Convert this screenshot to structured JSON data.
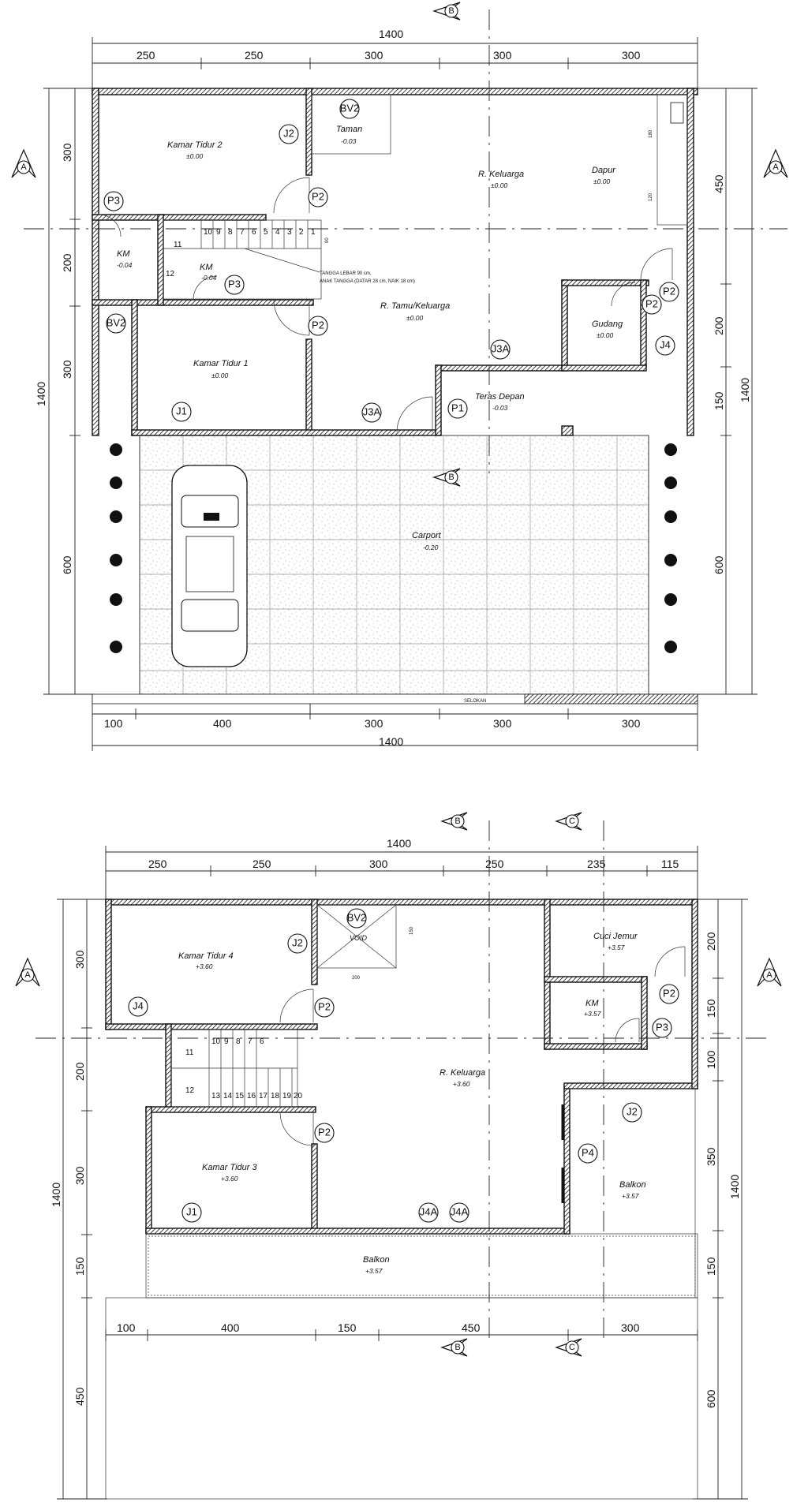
{
  "plan1": {
    "rooms": [
      {
        "name": "Kamar Tidur 2",
        "elev": "±0.00"
      },
      {
        "name": "Taman",
        "elev": "-0.03"
      },
      {
        "name": "R. Keluarga",
        "elev": "±0.00"
      },
      {
        "name": "Dapur",
        "elev": "±0.00"
      },
      {
        "name": "KM",
        "elev": "-0.04"
      },
      {
        "name": "KM",
        "elev": "-0.04"
      },
      {
        "name": "R. Tamu/Keluarga",
        "elev": "±0.00"
      },
      {
        "name": "Gudang",
        "elev": "±0.00"
      },
      {
        "name": "Kamar Tidur 1",
        "elev": "±0.00"
      },
      {
        "name": "Teras Depan",
        "elev": "-0.03"
      },
      {
        "name": "Carport",
        "elev": "-0.20"
      }
    ],
    "stair_note_1": "TANGGA LEBAR 90 cm,",
    "stair_note_2": "ANAK TANGGA (DATAR 28 cm, NAIK 18 cm)",
    "stair_steps": [
      "10",
      "9",
      "8",
      "7",
      "6",
      "5",
      "4",
      "3",
      "2",
      "1"
    ],
    "stair_landing": [
      "11",
      "12"
    ],
    "stair_width": "90",
    "kitchen_dims": [
      "180",
      "120"
    ],
    "selokan": "SELOKAN",
    "dims_top_total": "1400",
    "dims_top": [
      "250",
      "250",
      "300",
      "300",
      "300"
    ],
    "dims_bottom": [
      "100",
      "400",
      "300",
      "300",
      "300"
    ],
    "dims_bottom_total": "1400",
    "dims_left": [
      "300",
      "200",
      "300",
      "600"
    ],
    "dims_left_total": "1400",
    "dims_right": [
      "450",
      "200",
      "150",
      "600"
    ],
    "dims_right_total": "1400",
    "tags": [
      "BV2",
      "J2",
      "P2",
      "P3",
      "P3",
      "BV2",
      "P2",
      "J1",
      "J3A",
      "P1",
      "J3A",
      "P2",
      "P2",
      "J4"
    ],
    "sections": [
      "A",
      "A",
      "B",
      "B"
    ]
  },
  "plan2": {
    "rooms": [
      {
        "name": "Kamar Tidur 4",
        "elev": "+3.60"
      },
      {
        "name": "VOID",
        "elev": ""
      },
      {
        "name": "Cuci Jemur",
        "elev": "+3.57"
      },
      {
        "name": "KM",
        "elev": "+3.57"
      },
      {
        "name": "R. Keluarga",
        "elev": "+3.60"
      },
      {
        "name": "Kamar Tidur 3",
        "elev": "+3.60"
      },
      {
        "name": "Balkon",
        "elev": "+3.57"
      },
      {
        "name": "Balkon",
        "elev": "+3.57"
      }
    ],
    "stair_top": [
      "10",
      "9",
      "8",
      "7",
      "6"
    ],
    "stair_bottom": [
      "13",
      "14",
      "15",
      "16",
      "17",
      "18",
      "19",
      "20"
    ],
    "stair_landing": [
      "11",
      "12"
    ],
    "void_dims": [
      "200",
      "150"
    ],
    "dims_top_total": "1400",
    "dims_top": [
      "250",
      "250",
      "300",
      "250",
      "235",
      "115"
    ],
    "dims_bottom": [
      "100",
      "400",
      "150",
      "450",
      "300"
    ],
    "dims_left": [
      "300",
      "200",
      "300",
      "150",
      "450"
    ],
    "dims_left_total": "1400",
    "dims_right": [
      "200",
      "150",
      "100",
      "350",
      "150",
      "600"
    ],
    "dims_right_total": "1400",
    "tags": [
      "BV2",
      "J2",
      "J4",
      "P2",
      "P2",
      "P3",
      "P2",
      "J2",
      "P4",
      "J1",
      "J4A",
      "J4A"
    ],
    "sections": [
      "B",
      "C",
      "A",
      "A",
      "B",
      "C"
    ]
  }
}
